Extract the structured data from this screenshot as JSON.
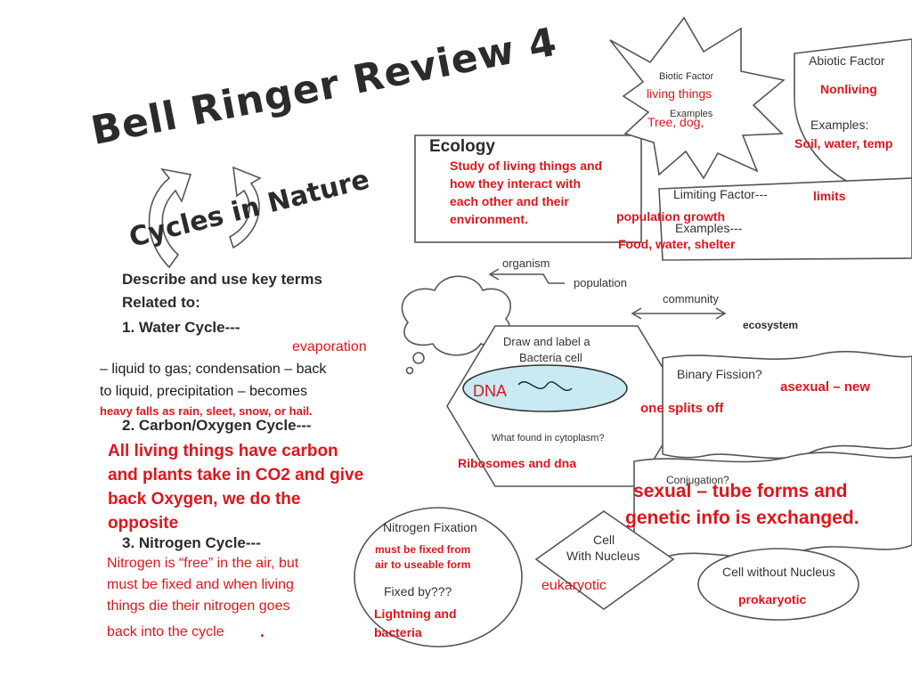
{
  "title": "Bell Ringer Review 4",
  "subtitle": "Cycles in Nature",
  "intro_line1": "Describe and use key terms",
  "intro_line2": "Related to:",
  "water": {
    "heading": "1.  Water Cycle---",
    "answer_1": "evaporation",
    "answer_2": "– liquid to gas; condensation – back",
    "answer_3": "to liquid, precipitation – becomes",
    "answer_4": "heavy falls as rain, sleet, snow, or hail."
  },
  "carbon": {
    "heading": "2.  Carbon/Oxygen Cycle---",
    "answer_1": "All living things have carbon",
    "answer_2": "and plants take in CO2 and give",
    "answer_3": "back Oxygen, we do the",
    "answer_4": "opposite"
  },
  "nitrogen": {
    "heading": "3.  Nitrogen Cycle---",
    "answer_1": "Nitrogen is “free” in the air, but",
    "answer_2": "must be fixed and when living",
    "answer_3": "things die their nitrogen goes",
    "answer_4": "back into the cycle",
    "answer_dot": "."
  },
  "ecology": {
    "label": "Ecology",
    "answer_1": "Study of living things and",
    "answer_2": "how they interact with",
    "answer_3": "each other and their",
    "answer_4": "environment."
  },
  "biotic": {
    "label": "Biotic Factor",
    "answer": "living things",
    "examples_label": "Examples",
    "examples_answer": "Tree, dog,"
  },
  "abiotic": {
    "label": "Abiotic Factor",
    "answer": "Nonliving",
    "examples_label": "Examples:",
    "examples_answer": "Soil, water, temp"
  },
  "limiting": {
    "label": "Limiting Factor---",
    "answer": "limits",
    "examples_label": "Examples---",
    "answer_2": "population growth",
    "examples_answer": "Food, water, shelter"
  },
  "levels": {
    "organism": "organism",
    "population": "population",
    "community": "community",
    "ecosystem": "ecosystem"
  },
  "bacteria": {
    "label_1": "Draw and label a",
    "label_2": "Bacteria cell",
    "dna_label": "DNA",
    "cytoplasm_q": "What found in  cytoplasm?",
    "cytoplasm_answer": "Ribosomes and dna"
  },
  "binary": {
    "label": "Binary Fission?",
    "answer_1": "asexual – new",
    "answer_2": "one splits off"
  },
  "conjugation": {
    "label": "Conjugation?",
    "answer_1": "sexual – tube forms and",
    "answer_2": "genetic info is exchanged."
  },
  "nitrogen_fixation": {
    "label": "Nitrogen Fixation",
    "answer_1": "must be fixed from",
    "answer_2": "air to useable form",
    "fixed_by": "Fixed by???",
    "answer_3": "Lightning and",
    "answer_4": "bacteria"
  },
  "nucleus": {
    "label_1": "Cell",
    "label_2": "With Nucleus",
    "answer": "eukaryotic"
  },
  "no_nucleus": {
    "label": "Cell without Nucleus",
    "answer": "prokaryotic"
  },
  "colors": {
    "answer_red": "#e0151b",
    "cell_fill": "#c9eaf2",
    "ink": "#2b2b2b"
  }
}
